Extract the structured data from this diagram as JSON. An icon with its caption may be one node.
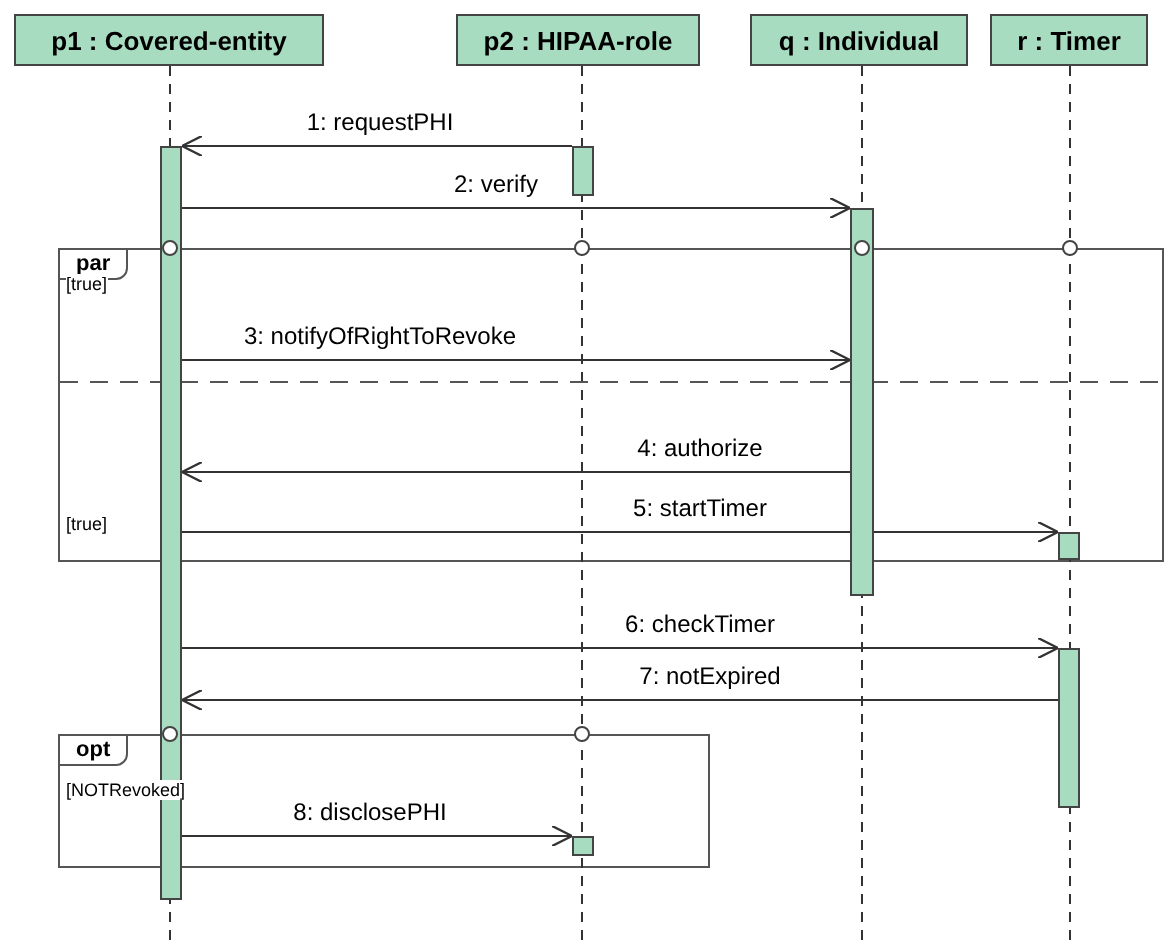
{
  "diagram": {
    "nodes": [
      {
        "text": [
          "p1 : Covered-entity"
        ]
      },
      {
        "text": [
          "p2 : HIPAA-role"
        ]
      },
      {
        "text": [
          "q : Individual"
        ]
      },
      {
        "text": [
          "r : Timer"
        ]
      },
      {
        "text": [],
        "shape": "bar"
      },
      {
        "text": [],
        "shape": "bar"
      },
      {
        "text": [],
        "shape": "bar"
      },
      {
        "text": [
          "par",
          "[true]",
          "[true]"
        ]
      },
      {
        "text": [],
        "shape": "bar",
        "in": 7
      },
      {
        "text": [],
        "shape": "bar"
      },
      {
        "text": [
          "opt",
          "[NOTRevoked]"
        ]
      },
      {
        "text": [],
        "shape": "bar",
        "in": 10
      }
    ],
    "edges": [
      {
        "from": 5,
        "to": 4,
        "arrow": "to",
        "label": "1: requestPHI"
      },
      {
        "from": 4,
        "to": 6,
        "arrow": "to",
        "label": "2: verify"
      },
      {
        "from": 4,
        "to": 6,
        "arrow": "to",
        "label": "3: notifyOfRightToRevoke"
      },
      {
        "from": 6,
        "to": 4,
        "arrow": "to",
        "label": "4: authorize"
      },
      {
        "from": 4,
        "to": 8,
        "arrow": "to",
        "label": "5: startTimer"
      },
      {
        "from": 4,
        "to": 9,
        "arrow": "to",
        "label": "6: checkTimer"
      },
      {
        "from": 9,
        "to": 4,
        "arrow": "to",
        "label": "7: notExpired"
      },
      {
        "from": 4,
        "to": 11,
        "arrow": "to",
        "label": "8: disclosePHI"
      }
    ]
  }
}
